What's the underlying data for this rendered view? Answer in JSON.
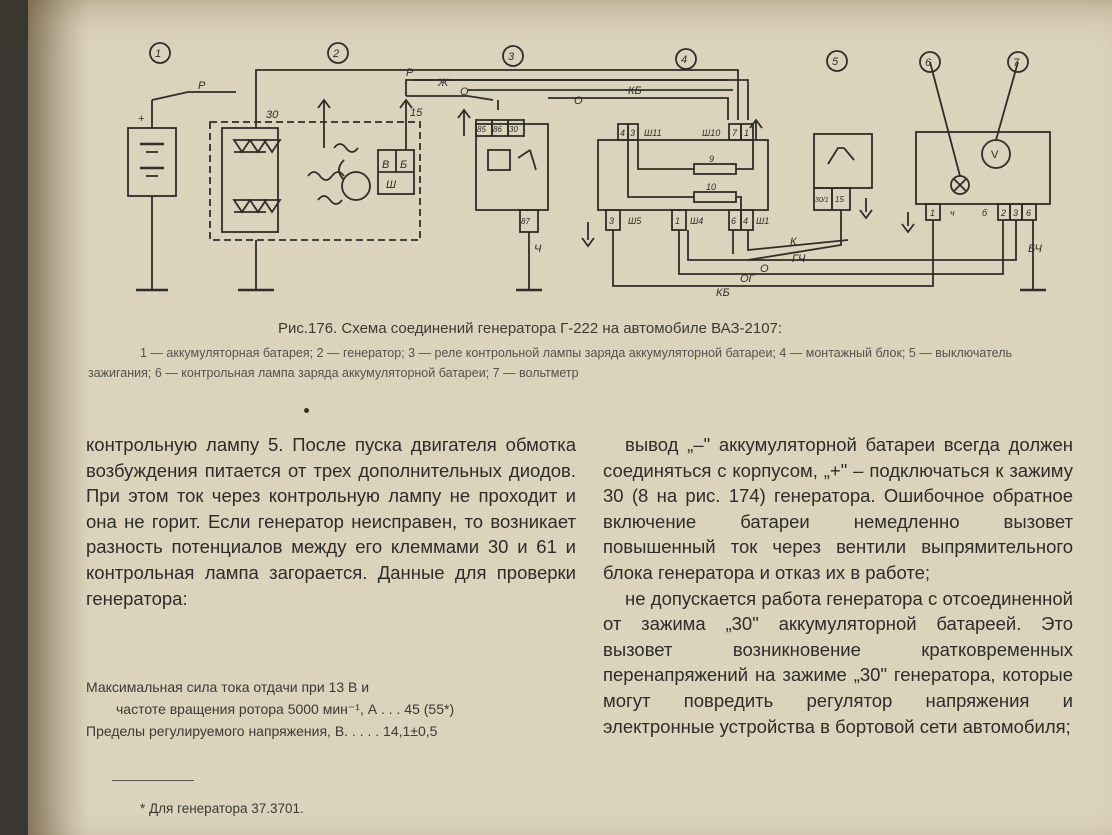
{
  "figure": {
    "title": "Рис.176. Схема соединений генератора Г-222 на автомобиле ВАЗ-2107:",
    "legend": "1 — аккумуляторная батарея; 2 — генератор; 3 — реле контрольной лампы заряда аккумуляторной батареи; 4 — монтажный блок; 5 — выключатель зажигания; 6 — контрольная лампа заряда аккумуляторной батареи; 7 — вольтметр",
    "component_numbers": [
      "1",
      "2",
      "3",
      "4",
      "5",
      "6",
      "7"
    ],
    "wire_labels": {
      "top_r": "Р",
      "top_zh": "Ж",
      "top_o": "О",
      "top_kb": "КБ",
      "left_r": "Р",
      "mid_o": "О",
      "bottom_k": "К",
      "bottom_gch": "ГЧ",
      "bottom_o": "О",
      "bottom_og": "ОГ",
      "bottom_kb": "КБ",
      "right_bch": "БЧ",
      "relay_ch": "Ч"
    },
    "terminal_labels": {
      "gen_30": "30",
      "gen_15": "15",
      "reg_v": "В",
      "reg_b": "Б",
      "reg_sh": "Ш",
      "relay_85": "85",
      "relay_86": "86",
      "relay_30": "30",
      "relay_87": "87",
      "mb_4": "4",
      "mb_3": "3",
      "mb_sh11": "Ш11",
      "mb_sh10": "Ш10",
      "mb_7": "7",
      "mb_1": "1",
      "mb_9": "9",
      "mb_10": "10",
      "mb_3b": "3",
      "mb_sh5": "Ш5",
      "mb_1b": "1",
      "mb_sh4": "Ш4",
      "mb_6": "6",
      "mb_4b": "4",
      "mb_sh1": "Ш1",
      "sw_30_1": "30/1",
      "sw_15": "15",
      "panel_1": "1",
      "panel_ch": "ч",
      "panel_b": "б",
      "panel_2": "2",
      "panel_3": "3",
      "panel_6": "6",
      "voltmeter_v": "V",
      "battery_plus": "+"
    }
  },
  "left_column": {
    "paragraph": "контрольную лампу 5. После пуска двигателя обмотка возбуждения питается от трех дополнительных диодов. При этом ток через контрольную лампу не проходит и она не горит. Если генератор неисправен, то возникает разность потенциалов между его клеммами 30 и 61 и контрольная лампа загорается. Данные для проверки генератора:"
  },
  "specs": {
    "line1": "Максимальная сила тока отдачи при 13 В и",
    "line2": "частоте вращения ротора 5000 мин⁻¹, А . . . 45 (55*)",
    "line3": "Пределы регулируемого напряжения, В. . . . . 14,1±0,5"
  },
  "footnote": "* Для генератора 37.3701.",
  "right_column": {
    "paragraph1": "вывод „–\" аккумуляторной батареи всегда должен соединяться с корпусом, „+\" – подключаться к зажиму 30 (8 на рис. 174) генератора. Ошибочное обратное включение батареи немедленно вызовет повышенный ток через вентили выпрямительного блока генератора и отказ их в работе;",
    "paragraph2": "не допускается работа генератора с отсоединенной от зажима „30\" аккумуляторной батареей. Это вызовет возникновение кратковременных перенапряжений на зажиме „30\" генератора, которые могут повредить регулятор напряжения и электронные устройства в бортовой сети автомобиля;"
  },
  "colors": {
    "paper": "#dcd3bd",
    "ink": "#2e2c29"
  }
}
